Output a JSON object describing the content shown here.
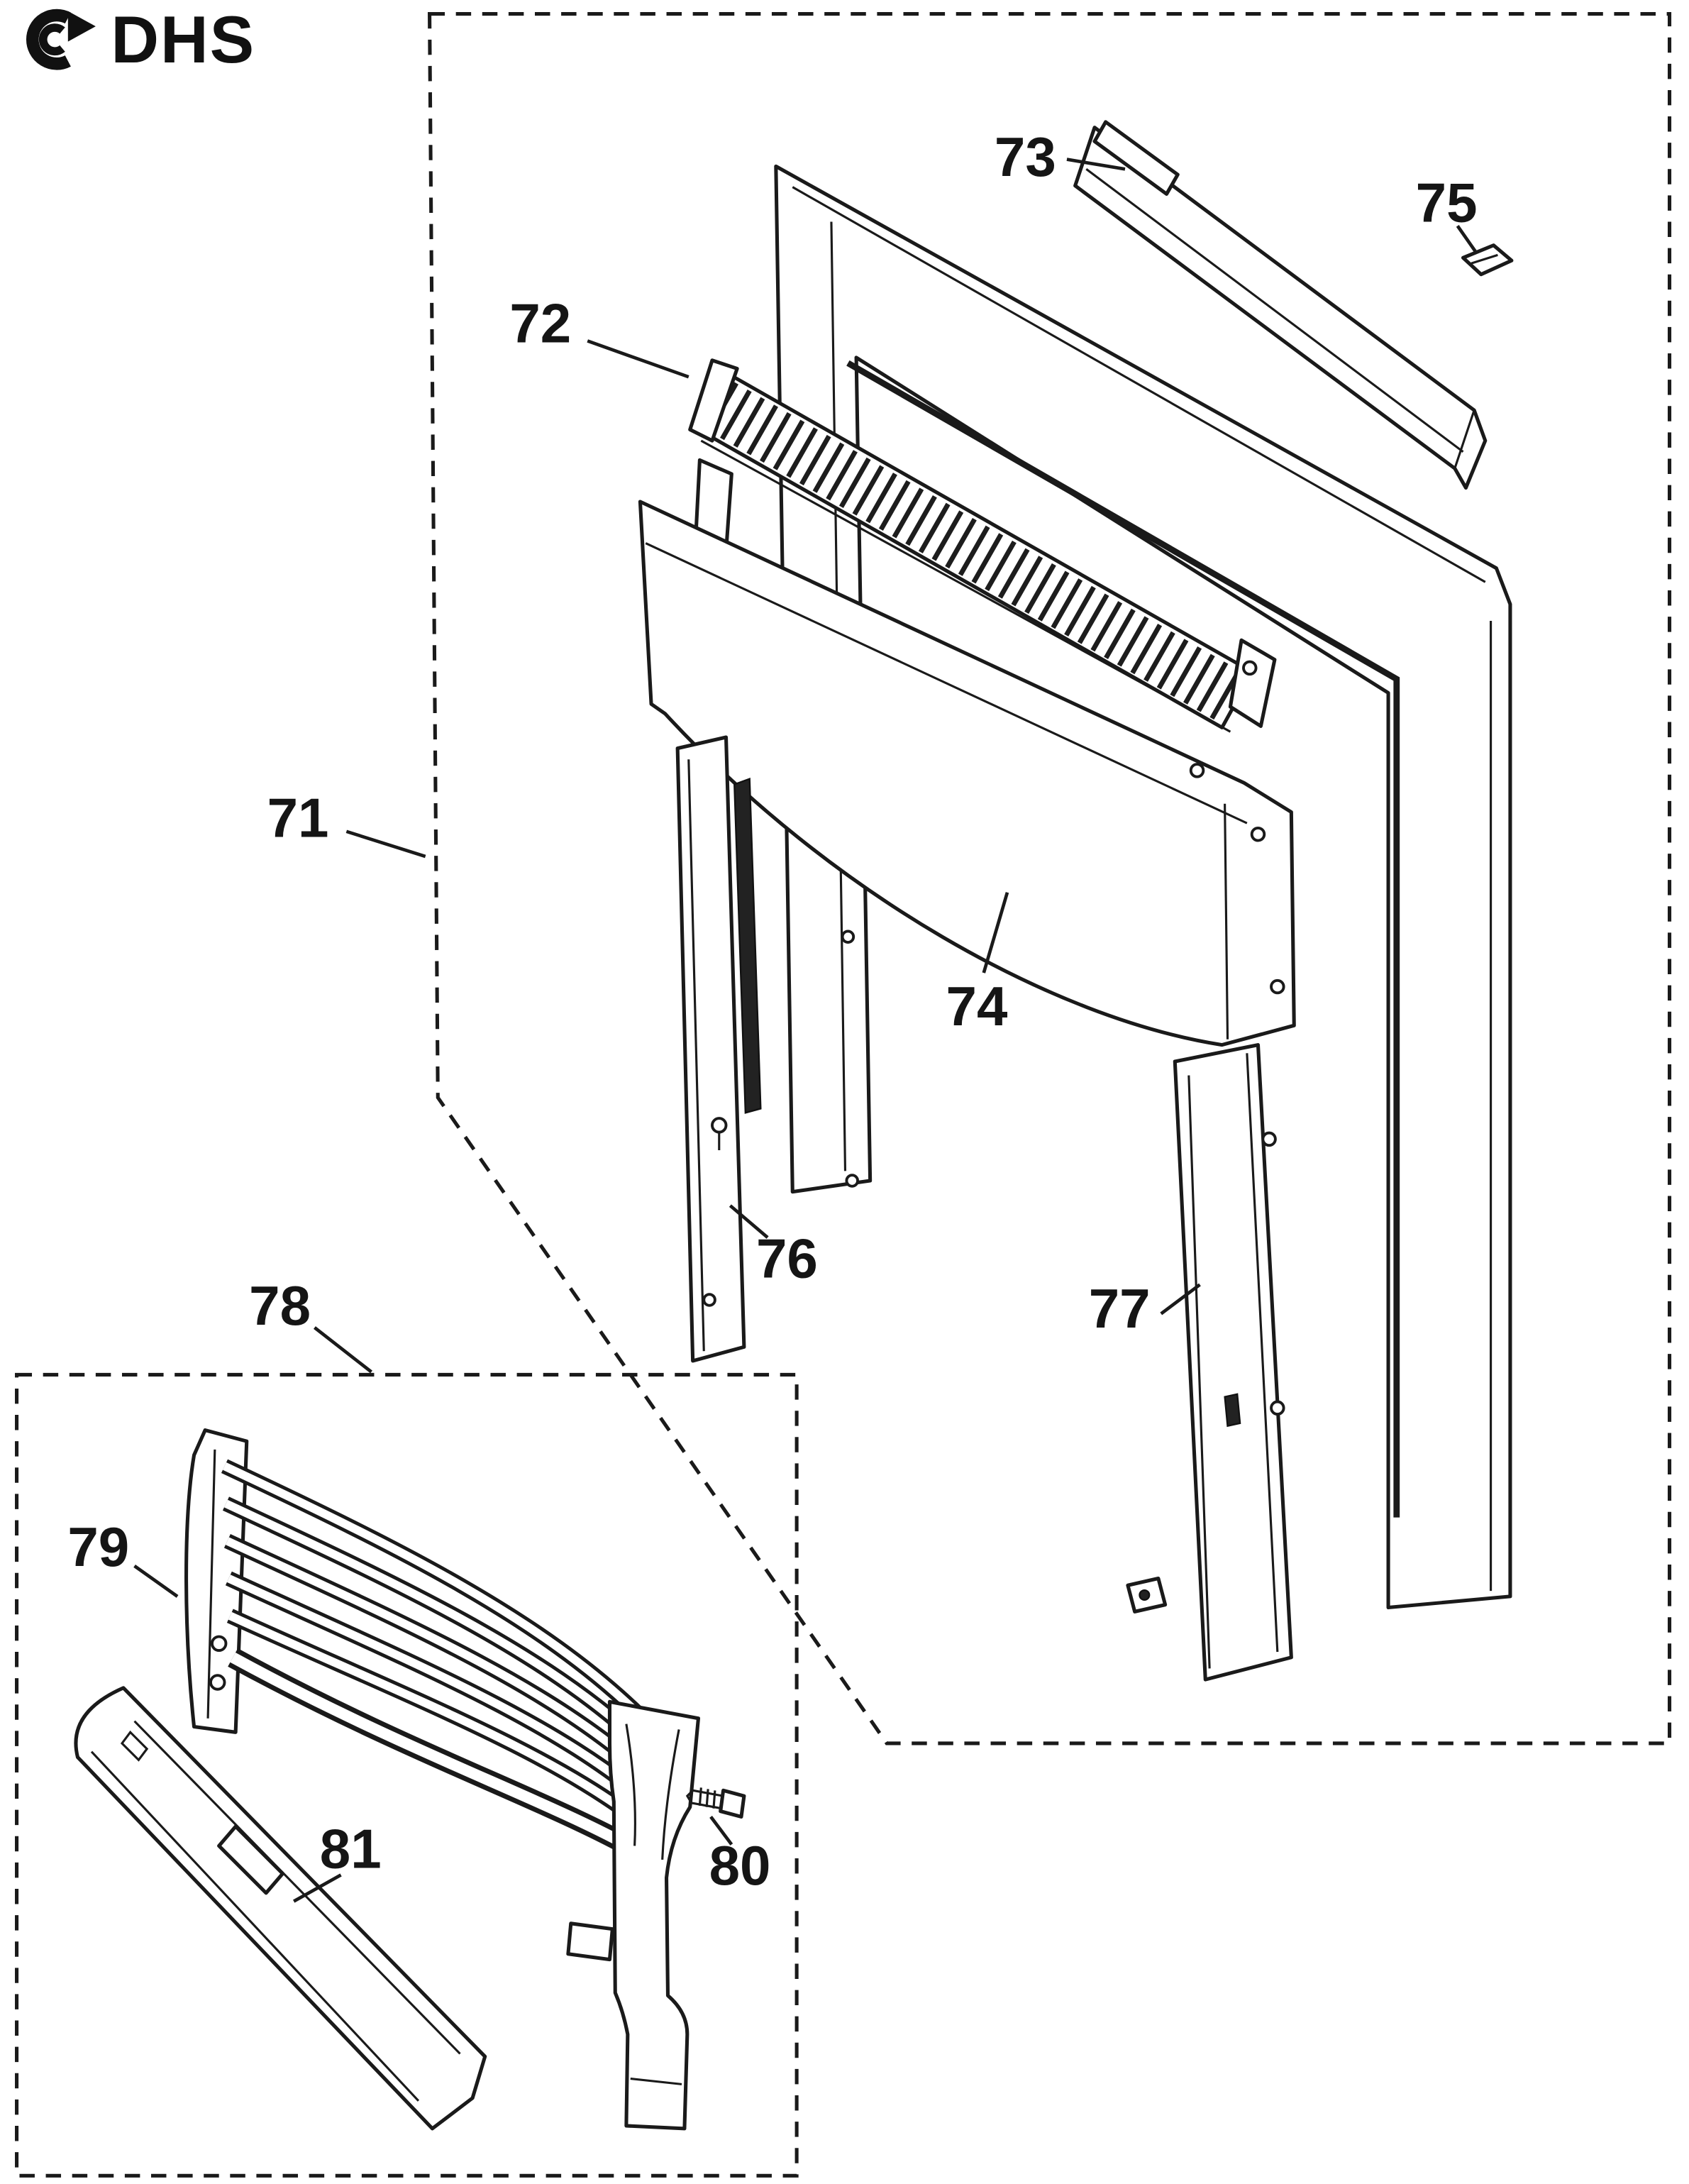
{
  "logo": {
    "text": "DHS",
    "icon": "dhs-arrow-logo-icon"
  },
  "colors": {
    "line": "#1a1a1a",
    "background": "#ffffff"
  },
  "parts": {
    "71": "71",
    "72": "72",
    "73": "73",
    "74": "74",
    "75": "75",
    "76": "76",
    "77": "77",
    "78": "78",
    "79": "79",
    "80": "80",
    "81": "81"
  }
}
